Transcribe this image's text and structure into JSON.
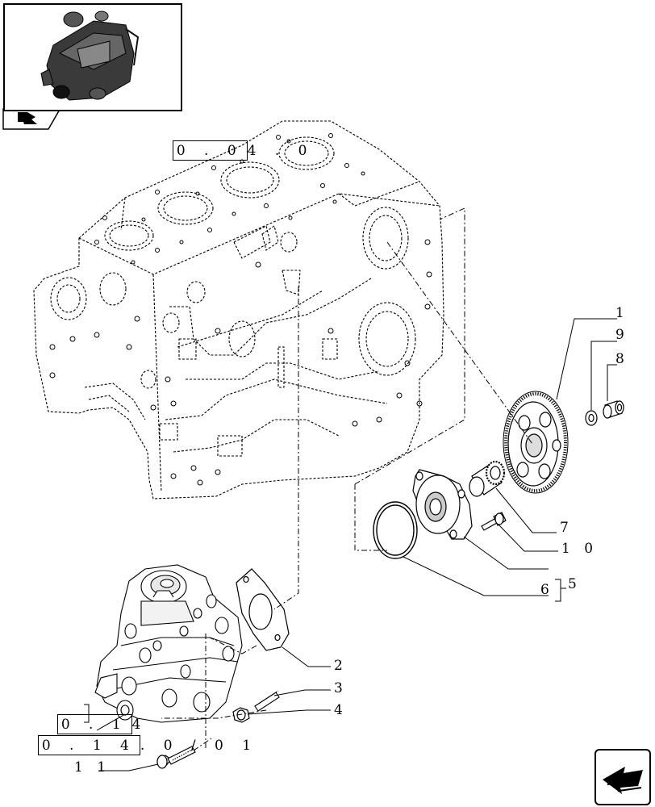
{
  "thumbnail": {
    "icon": "engine-thumbnail-icon"
  },
  "nav": {
    "tab_icon": "book-arrow-icon",
    "next_icon": "next-page-arrow-icon"
  },
  "references": {
    "top": {
      "boxed": "0 . 0",
      "rest": "4 . 0"
    },
    "bottom1": {
      "boxed": "0 . 1",
      "rest": "4"
    },
    "bottom2": {
      "boxed": "0 . 1 4",
      "rest": ". 0 / 0 1"
    }
  },
  "callouts": {
    "c1": "1",
    "c2": "2",
    "c3": "3",
    "c4": "4",
    "c5": "5",
    "c6": "6",
    "c7": "7",
    "c8": "8",
    "c9": "9",
    "c10": "1 0",
    "c11": "1 1"
  }
}
